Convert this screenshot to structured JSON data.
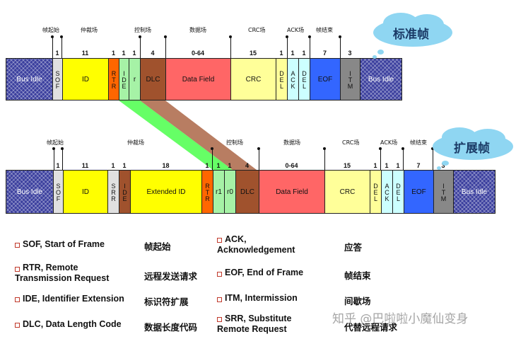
{
  "colors": {
    "idle": "#3b3f9e",
    "sof": "#e0e0e0",
    "id": "#ffff00",
    "rtr": "#ff6600",
    "ide": "#a6f2a6",
    "r": "#a6f2a6",
    "dlc": "#a0522d",
    "data": "#ff6666",
    "crc": "#ffff99",
    "del": "#ffff99",
    "ack": "#ccffff",
    "eof": "#3366ff",
    "itm": "#888888",
    "srr": "#e0e0e0",
    "extid": "#ffff00"
  },
  "standard": {
    "cloud_label": "标准帧",
    "sections": [
      "帧起始",
      "仲裁场",
      "控制场",
      "数据场",
      "CRC场",
      "ACK场",
      "帧结束"
    ],
    "bits": [
      "1",
      "11",
      "1",
      "1",
      "1",
      "4",
      "0-64",
      "15",
      "1",
      "1",
      "1",
      "7",
      "3"
    ],
    "fields": [
      "Bus Idle",
      "SOF",
      "ID",
      "RTR",
      "IDE",
      "r",
      "DLC",
      "Data Field",
      "CRC",
      "DEL",
      "ACK",
      "DEL",
      "EOF",
      "ITM",
      "Bus Idle"
    ]
  },
  "extended": {
    "cloud_label": "扩展帧",
    "sections": [
      "帧起始",
      "仲裁场",
      "控制场",
      "数据场",
      "CRC场",
      "ACK场",
      "帧结束"
    ],
    "bits": [
      "1",
      "11",
      "1",
      "1",
      "18",
      "1",
      "1",
      "1",
      "4",
      "0-64",
      "15",
      "1",
      "1",
      "1",
      "7",
      "3"
    ],
    "fields": [
      "Bus Idle",
      "SOF",
      "ID",
      "SRR",
      "IDE",
      "Extended ID",
      "RTR",
      "r1",
      "r0",
      "DLC",
      "Data Field",
      "CRC",
      "DEL",
      "ACK",
      "DEL",
      "EOF",
      "ITM",
      "Bus Idle"
    ]
  },
  "legend": [
    {
      "en": "SOF, Start of Frame",
      "zh": "帧起始"
    },
    {
      "en": "RTR, Remote\nTransmission Request",
      "zh": "远程发送请求"
    },
    {
      "en": "IDE, Identifier Extension",
      "zh": "标识符扩展"
    },
    {
      "en": "DLC, Data Length Code",
      "zh": "数据长度代码"
    },
    {
      "en": "ACK,\nAcknowledgement",
      "zh": "应答"
    },
    {
      "en": "EOF, End of Frame",
      "zh": "帧结束"
    },
    {
      "en": "ITM, Intermission",
      "zh": "间歇场"
    },
    {
      "en": "SRR, Substitute\nRemote Request",
      "zh": "代替远程请求"
    }
  ],
  "watermark": "知乎 @巴啦啦小魔仙变身"
}
